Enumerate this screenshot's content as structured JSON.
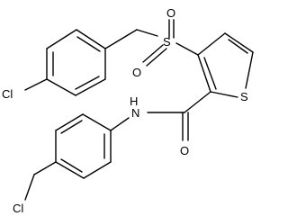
{
  "diagram": {
    "kind": "chemical-structure",
    "atoms": {
      "cl_top": "Cl",
      "sulfonyl_s": "S",
      "sulfonyl_o_left": "O",
      "sulfonyl_o_right": "O",
      "thiophene_s": "S",
      "amide_n": "N",
      "amide_h": "H",
      "carbonyl_o": "O",
      "cl_bottom": "Cl"
    }
  }
}
